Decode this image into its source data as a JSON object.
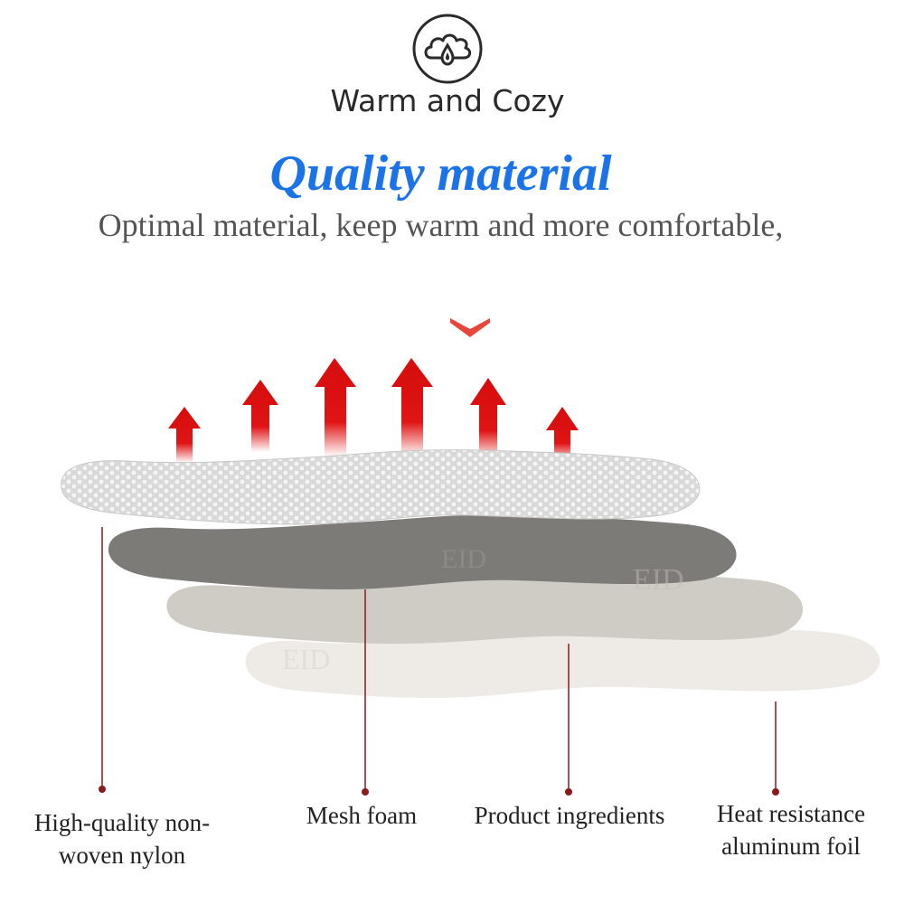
{
  "badge": {
    "icon": "cloud-drop-icon",
    "text": "Warm and Cozy"
  },
  "headline": {
    "title": "Quality material",
    "subtitle": "Optimal material, keep warm and more comfortable,"
  },
  "colors": {
    "title_blue": "#1a73e8",
    "arrow_red": "#d40d0d",
    "line_red": "#8b1a1a",
    "layer_top": "#dcdcdc",
    "layer_2": "#7d7b77",
    "layer_3": "#cfccc6",
    "layer_4": "#eeebe6"
  },
  "illustration": {
    "icons": [
      "heat-up-arrow-icon",
      "chevron-down-icon"
    ],
    "watermark": "EID"
  },
  "layers": [
    {
      "label_lines": [
        "High-quality non-",
        "woven nylon"
      ]
    },
    {
      "label_lines": [
        "Mesh foam"
      ]
    },
    {
      "label_lines": [
        "Product ingredients"
      ]
    },
    {
      "label_lines": [
        "Heat resistance",
        "aluminum foil"
      ]
    }
  ]
}
